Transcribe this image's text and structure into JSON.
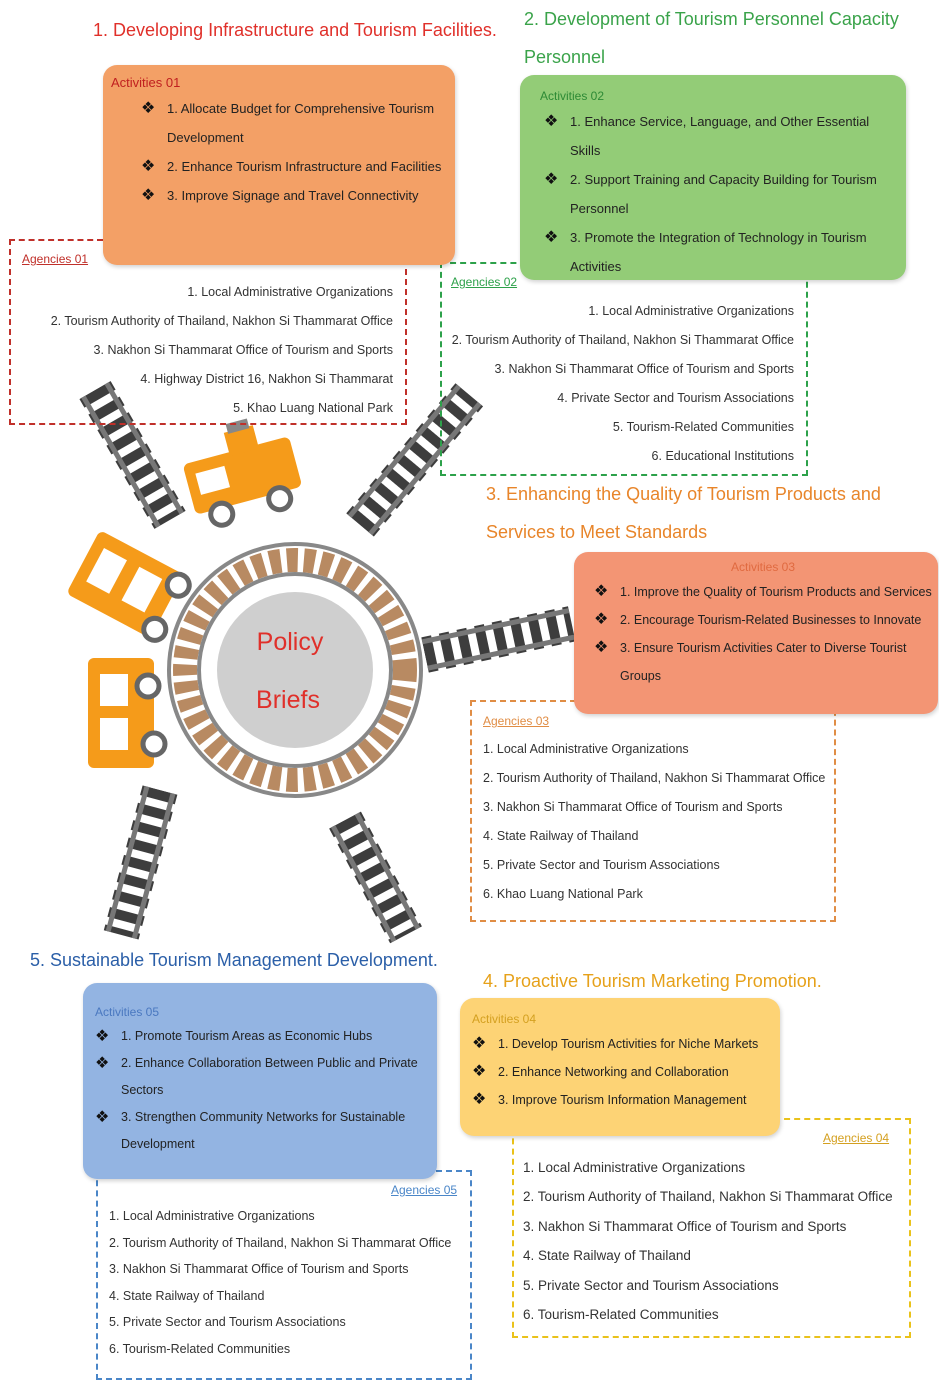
{
  "center": {
    "line1": "Policy",
    "line2": "Briefs"
  },
  "sections": {
    "s1": {
      "heading": "1. Developing Infrastructure and Tourism Facilities.",
      "activities_title": "Activities 01",
      "activities": [
        "1. Allocate Budget for Comprehensive Tourism Development",
        "2. Enhance Tourism Infrastructure and Facilities",
        "3. Improve Signage and Travel Connectivity"
      ],
      "agencies_title": "Agencies 01",
      "agencies": [
        "1. Local Administrative Organizations",
        "2. Tourism Authority of Thailand, Nakhon Si Thammarat Office",
        "3. Nakhon Si Thammarat Office of Tourism and Sports",
        "4. Highway District 16, Nakhon Si Thammarat",
        "5. Khao Luang National Park"
      ]
    },
    "s2": {
      "heading_line1": "2. Development of Tourism Personnel Capacity",
      "heading_line2": "Personnel",
      "activities_title": "Activities 02",
      "activities": [
        "1. Enhance Service, Language, and Other Essential Skills",
        "2. Support Training and Capacity Building for Tourism Personnel",
        "3. Promote the Integration of Technology in Tourism Activities"
      ],
      "agencies_title": "Agencies 02",
      "agencies": [
        "1. Local Administrative Organizations",
        "2. Tourism Authority of Thailand, Nakhon Si Thammarat Office",
        "3. Nakhon Si Thammarat Office of Tourism and Sports",
        "4. Private Sector and Tourism Associations",
        "5. Tourism-Related Communities",
        "6. Educational Institutions"
      ]
    },
    "s3": {
      "heading_line1": "3. Enhancing the Quality of Tourism Products and",
      "heading_line2": "Services to Meet Standards",
      "activities_title": "Activities 03",
      "activities": [
        "1. Improve the Quality of Tourism Products and Services",
        "2. Encourage Tourism-Related Businesses to Innovate",
        "3. Ensure Tourism Activities Cater to Diverse Tourist Groups"
      ],
      "agencies_title": "Agencies 03",
      "agencies": [
        "1. Local Administrative Organizations",
        "2. Tourism Authority of Thailand, Nakhon Si Thammarat Office",
        "3. Nakhon Si Thammarat Office of Tourism and Sports",
        "4. State Railway of Thailand",
        "5. Private Sector and Tourism Associations",
        "6. Khao Luang National Park"
      ]
    },
    "s4": {
      "heading": "4. Proactive Tourism Marketing Promotion.",
      "activities_title": "Activities 04",
      "activities": [
        "1. Develop Tourism Activities for Niche Markets",
        "2. Enhance Networking and Collaboration",
        "3. Improve Tourism Information Management"
      ],
      "agencies_title": "Agencies 04",
      "agencies": [
        "1. Local Administrative Organizations",
        "2. Tourism Authority of Thailand, Nakhon Si Thammarat Office",
        "3. Nakhon Si Thammarat Office of Tourism and Sports",
        "4. State Railway of Thailand",
        "5. Private Sector and Tourism Associations",
        "6. Tourism-Related Communities"
      ]
    },
    "s5": {
      "heading": "5. Sustainable Tourism Management Development.",
      "activities_title": "Activities 05",
      "activities": [
        "1. Promote Tourism Areas as Economic Hubs",
        "2. Enhance Collaboration Between Public and Private Sectors",
        "3. Strengthen Community Networks for Sustainable Development"
      ],
      "agencies_title": "Agencies 05",
      "agencies": [
        "1. Local Administrative Organizations",
        "2. Tourism Authority of Thailand, Nakhon Si Thammarat Office",
        "3. Nakhon Si Thammarat Office of Tourism and Sports",
        "4. State Railway of Thailand",
        "5. Private Sector and Tourism Associations",
        "6. Tourism-Related Communities"
      ]
    }
  },
  "colors": {
    "red": "#e0302a",
    "green": "#3aa34a",
    "orange": "#e8852a",
    "blue": "#2b5fa8",
    "gold": "#e6a11a",
    "box1": "#f3a066",
    "box2": "#93cc77",
    "box3": "#f39574",
    "box4": "#fdd375",
    "box5": "#93b4e2"
  }
}
